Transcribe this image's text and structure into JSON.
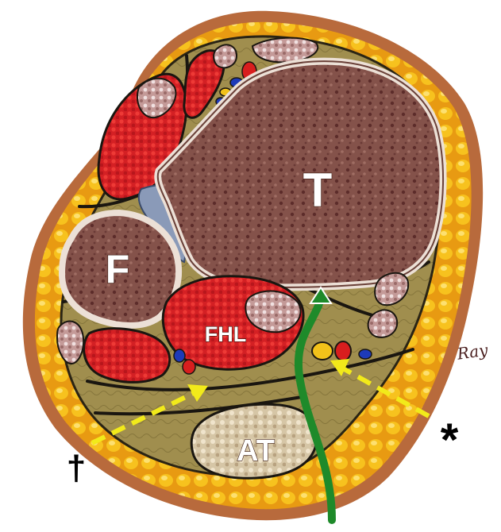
{
  "figure": {
    "labels": {
      "tibia": "T",
      "fibula": "F",
      "flexor_hallucis_longus": "FHL",
      "achilles_tendon": "AT",
      "asterisk_marker": "*",
      "dagger_marker": "†",
      "signature": "Ray"
    },
    "colors": {
      "fat_outer": "#f2b21a",
      "skin": "#b86a3c",
      "fascia_bg": "#9c8a4a",
      "bone": "#7a4a44",
      "bone_cortex": "#e8dcd4",
      "muscle": "#d8262a",
      "tendon": "#d8c8a8",
      "interosseous": "#8a9ab8",
      "green_arrow": "#1e8a2a",
      "yellow_arrow": "#f2ea1a",
      "artery": "#d81e1e",
      "vein": "#1e3ab8",
      "nerve": "#f2c21a"
    }
  }
}
